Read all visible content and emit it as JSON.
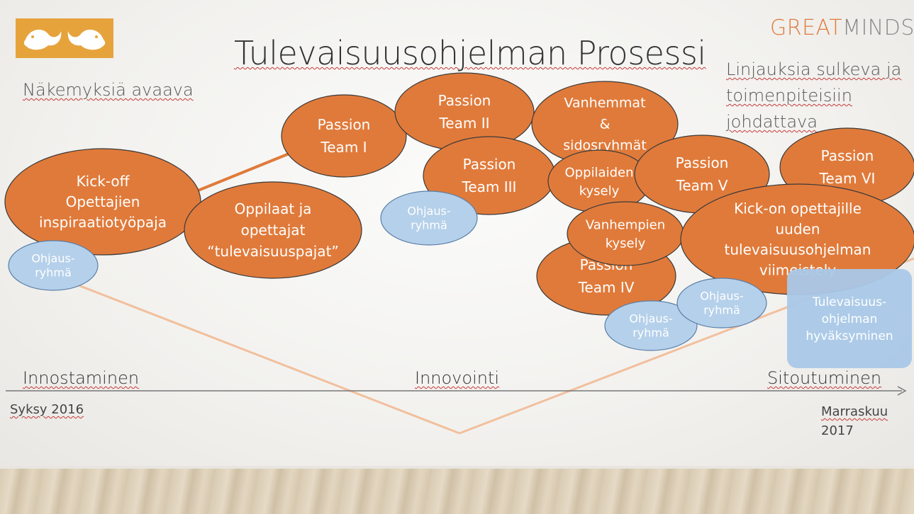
{
  "brand": {
    "prefix": "GREAT",
    "suffix": "MINDS"
  },
  "title": "Tulevaisuusohjelman Prosessi",
  "notes": {
    "left": "Näkemyksiä avaava",
    "right": [
      "Linjauksia sulkeva ja",
      "toimenpiteisiin",
      "johdattava"
    ]
  },
  "phases": [
    "Innostaminen",
    "Innovointi",
    "Sitoutuminen"
  ],
  "dates": {
    "start": "Syksy 2016",
    "end_line1": "Marraskuu",
    "end_line2": "2017"
  },
  "colors": {
    "orange": "#e07a3a",
    "orange_stroke": "#3a3a3a",
    "blue": "#b5d0ea",
    "blue_stroke": "#5a7fa8",
    "blue_box": "#a9c8e8",
    "line": "#f0b08a"
  },
  "nodes": [
    {
      "kind": "orange",
      "lines": [
        "Kick-off",
        "Opettajien",
        "inspiraatiotyöpaja"
      ]
    },
    {
      "kind": "orange",
      "lines": [
        "Oppilaat ja",
        "opettajat",
        "“tulevaisuuspajat”"
      ]
    },
    {
      "kind": "orange",
      "lines": [
        "Passion",
        "Team I"
      ]
    },
    {
      "kind": "orange",
      "lines": [
        "Passion",
        "Team II"
      ]
    },
    {
      "kind": "orange",
      "lines": [
        "Passion",
        "Team III"
      ]
    },
    {
      "kind": "orange",
      "lines": [
        "Vanhemmat",
        "&",
        "sidosryhmät"
      ]
    },
    {
      "kind": "orange",
      "lines": [
        "Oppilaiden",
        "kysely"
      ]
    },
    {
      "kind": "orange",
      "lines": [
        "Passion",
        "Team V"
      ]
    },
    {
      "kind": "orange",
      "lines": [
        "Passion",
        "Team VI"
      ]
    },
    {
      "kind": "orange",
      "lines": [
        "Passion",
        "Team IV"
      ]
    },
    {
      "kind": "orange",
      "lines": [
        "Vanhempien",
        "kysely"
      ]
    },
    {
      "kind": "orange",
      "lines": [
        "Kick-on opettajille",
        "uuden",
        "tulevaisuusohjelman",
        "viimeistely"
      ]
    },
    {
      "kind": "blue",
      "lines": [
        "Ohjaus-",
        "ryhmä"
      ]
    },
    {
      "kind": "blue",
      "lines": [
        "Ohjaus-",
        "ryhmä"
      ]
    },
    {
      "kind": "blue",
      "lines": [
        "Ohjaus-",
        "ryhmä"
      ]
    },
    {
      "kind": "blue",
      "lines": [
        "Ohjaus-",
        "ryhmä"
      ]
    },
    {
      "kind": "box",
      "lines": [
        "Tulevaisuus-",
        "ohjelman",
        "hyväksyminen"
      ]
    }
  ]
}
